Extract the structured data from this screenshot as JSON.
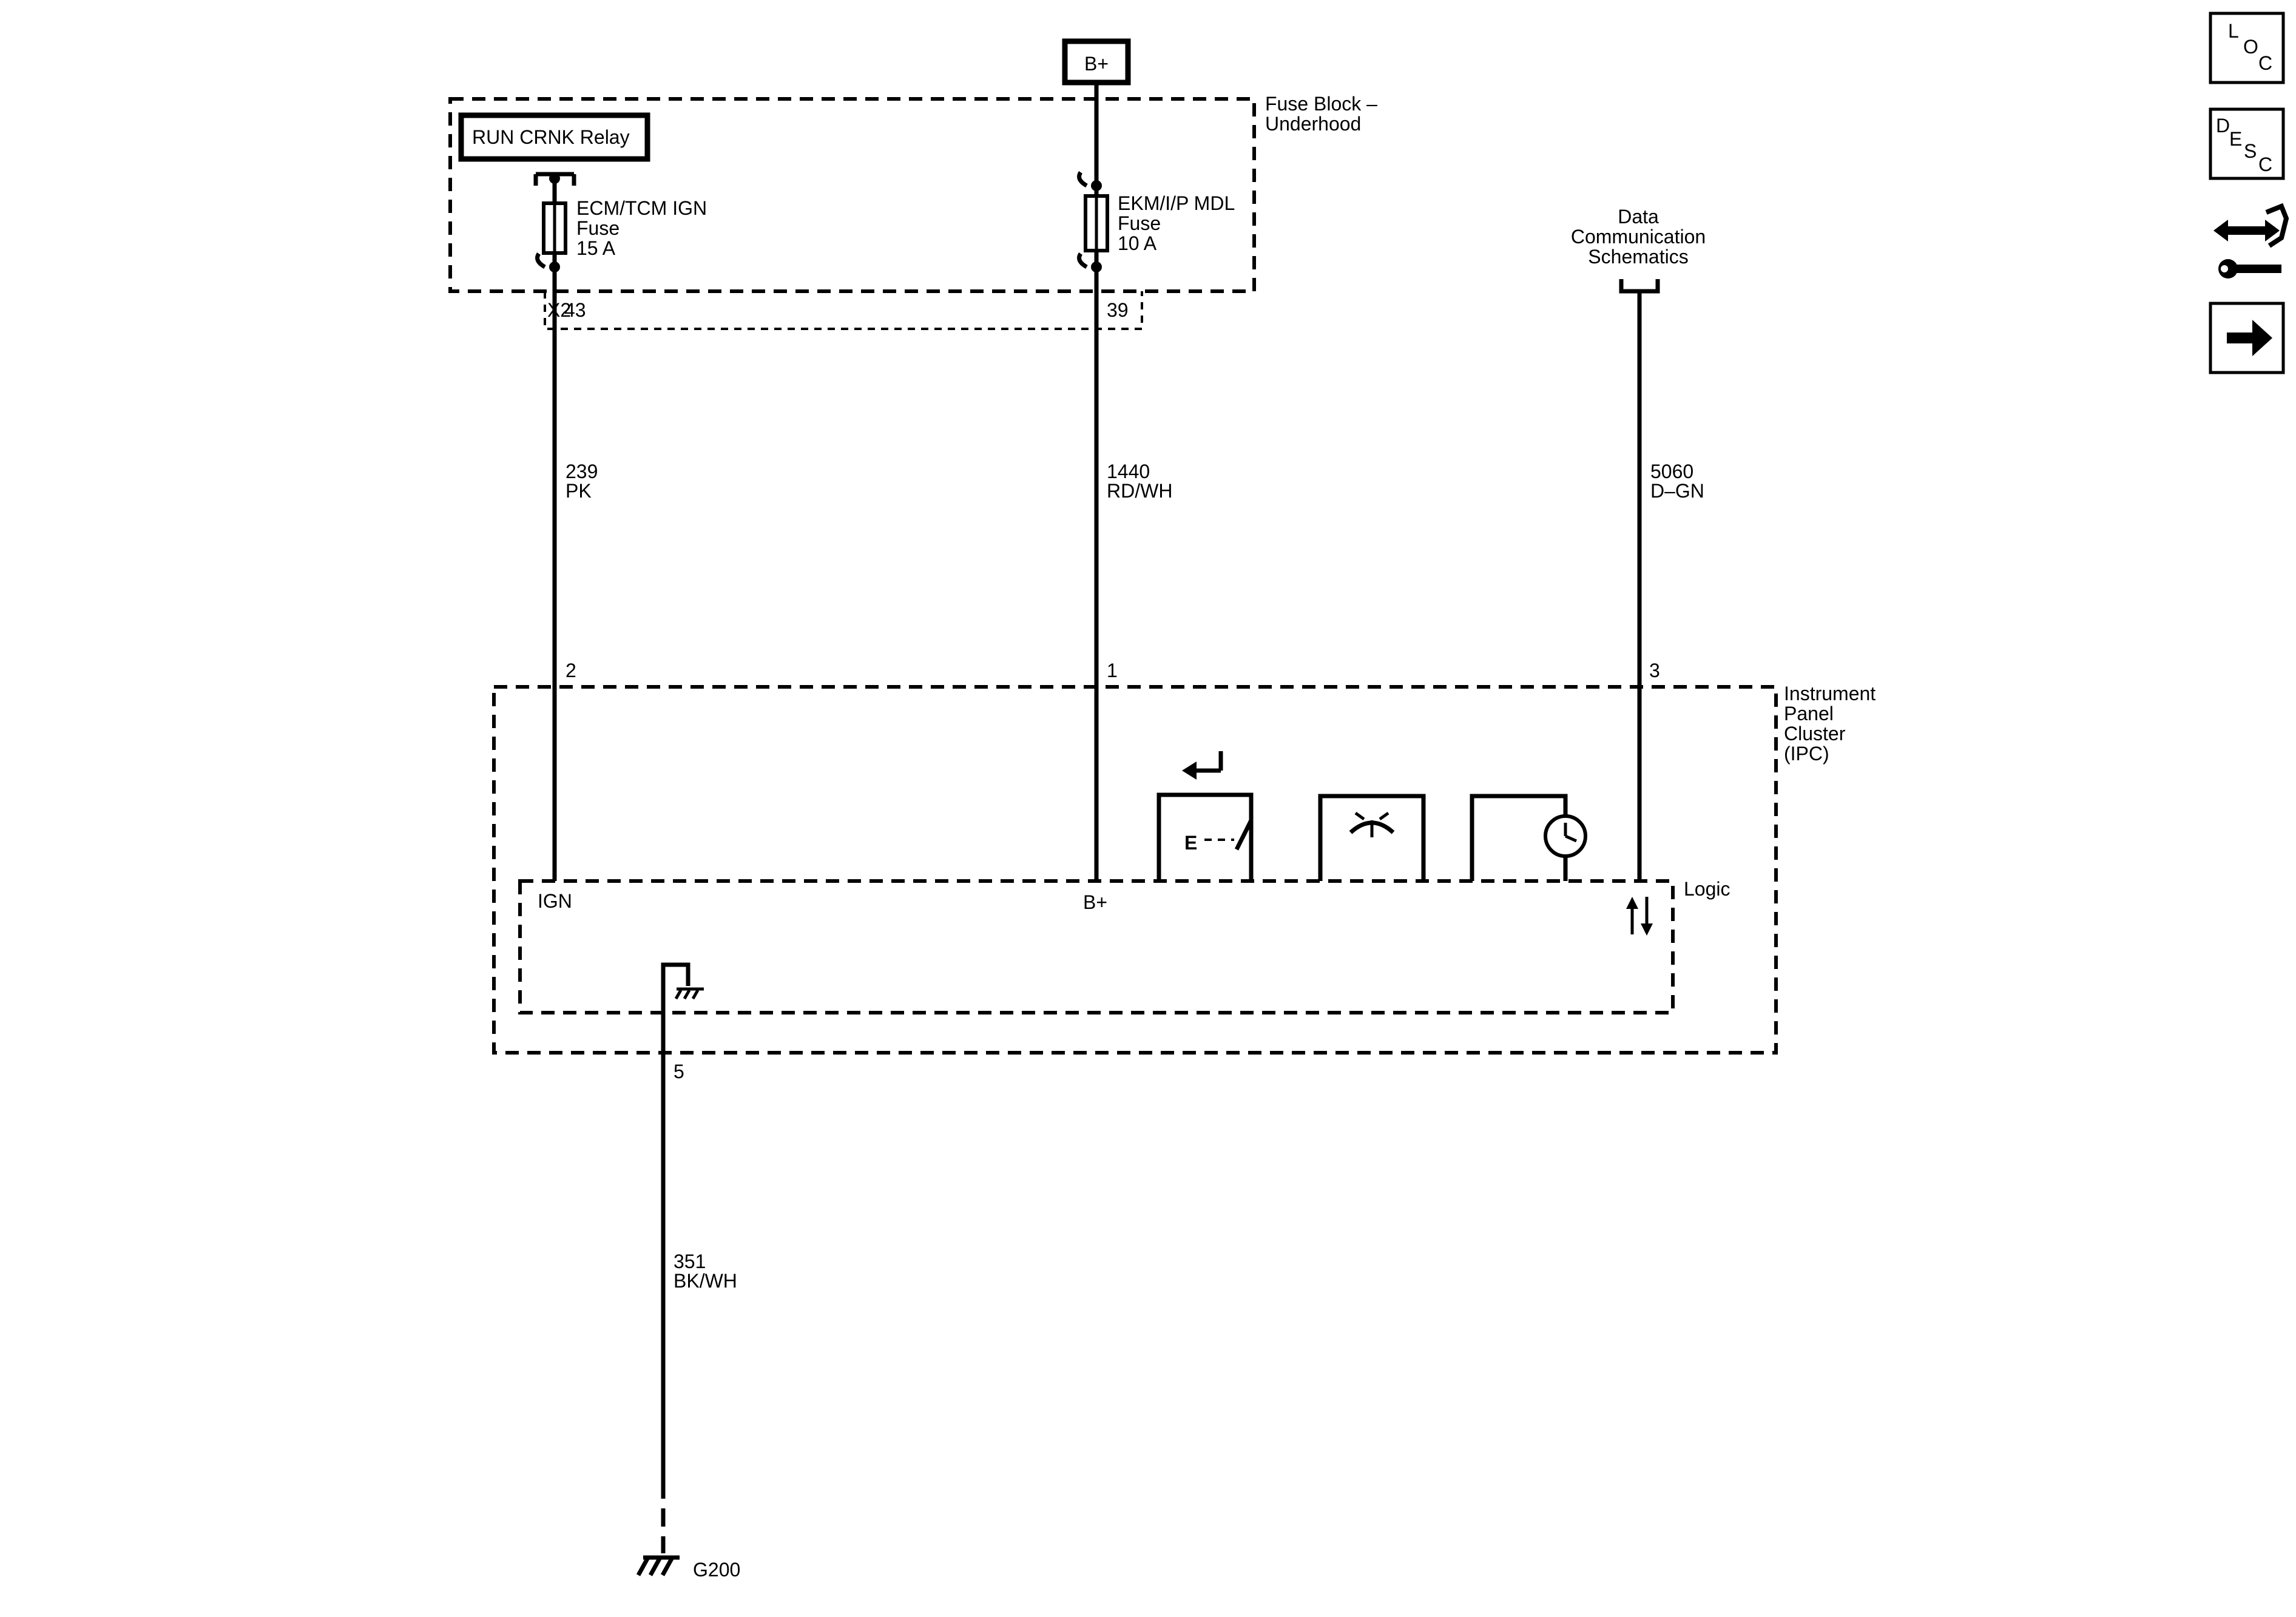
{
  "power": {
    "source_label": "B+"
  },
  "fuse_block": {
    "label_line1": "Fuse Block –",
    "label_line2": "Underhood",
    "relay_label": "RUN CRNK Relay",
    "connector_label": "X2",
    "fuse1": {
      "name_line1": "ECM/TCM IGN",
      "name_line2": "Fuse",
      "rating": "15 A",
      "pin": "43"
    },
    "fuse2": {
      "name_line1": "EKM/I/P MDL",
      "name_line2": "Fuse",
      "rating": "10 A",
      "pin": "39"
    }
  },
  "data_comm": {
    "line1": "Data",
    "line2": "Communication",
    "line3": "Schematics"
  },
  "wires": {
    "w1": {
      "circuit": "239",
      "color": "PK"
    },
    "w2": {
      "circuit": "1440",
      "color": "RD/WH"
    },
    "w3": {
      "circuit": "5060",
      "color": "D–GN"
    },
    "w4": {
      "circuit": "351",
      "color": "BK/WH"
    }
  },
  "ipc": {
    "label_line1": "Instrument",
    "label_line2": "Panel",
    "label_line3": "Cluster",
    "label_line4": "(IPC)",
    "pin_ign": "2",
    "pin_batt": "1",
    "pin_data": "3",
    "pin_ground": "5",
    "ign_label": "IGN",
    "batt_label": "B+",
    "logic_label": "Logic"
  },
  "ground": {
    "label": "G200"
  },
  "nav": {
    "loc": {
      "l1": "L",
      "l2": "O",
      "l3": "C"
    },
    "desc": {
      "l1": "D",
      "l2": "E",
      "l3": "S",
      "l4": "C"
    }
  }
}
